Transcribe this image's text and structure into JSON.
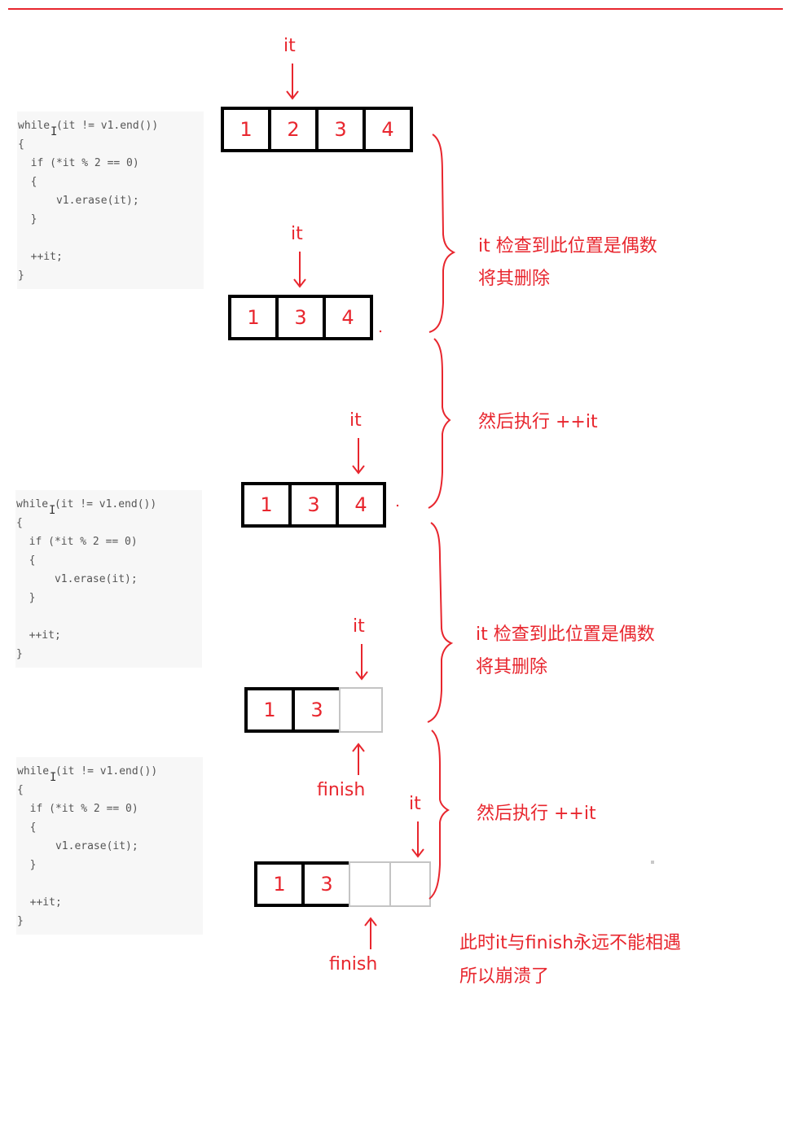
{
  "code": [
    "while (it != v1.end())",
    "{",
    "  if (*it % 2 == 0)",
    "  {",
    "      v1.erase(it);",
    "  }",
    "",
    "  ++it;",
    "}"
  ],
  "labels": {
    "it": "it",
    "finish": "finish"
  },
  "step1": {
    "cells": [
      "1",
      "2",
      "3",
      "4"
    ]
  },
  "step2": {
    "cells": [
      "1",
      "3",
      "4"
    ]
  },
  "step3": {
    "cells": [
      "1",
      "3",
      "4"
    ]
  },
  "step4": {
    "cells": [
      "1",
      "3",
      ""
    ]
  },
  "step5": {
    "cells": [
      "1",
      "3",
      "",
      ""
    ]
  },
  "notes": {
    "check_line1": "it 检查到此位置是偶数",
    "check_line2": "将其删除",
    "then_inc": "然后执行 ++it",
    "crash_line1": "此时it与finish永远不能相遇",
    "crash_line2": "所以崩溃了"
  },
  "colors": {
    "accent": "#e8262e",
    "box": "#000000",
    "empty_box": "#c4c4c4",
    "code_bg": "#f7f7f7"
  }
}
